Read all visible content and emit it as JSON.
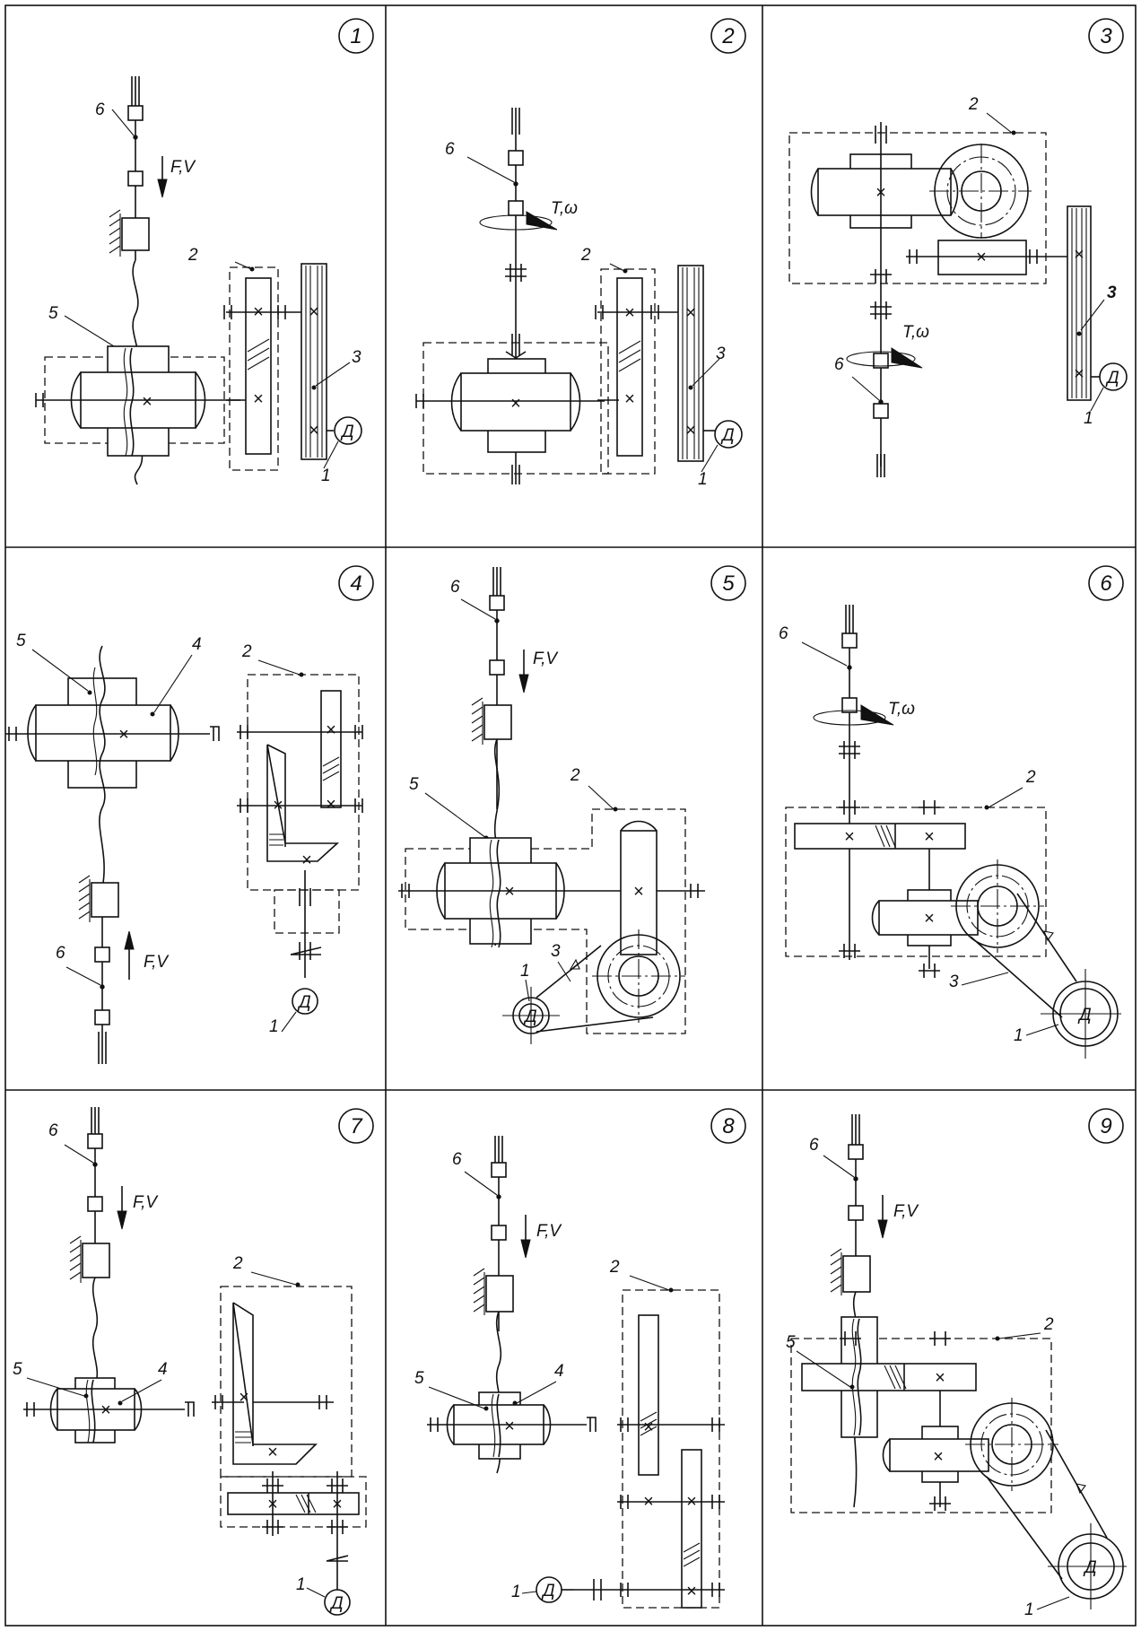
{
  "sheet": {
    "panels": [
      {
        "number": "1",
        "labels": {
          "guide": "6",
          "reducer": "2",
          "belt": "3",
          "nut": "5",
          "motor_ref": "1",
          "load": "F,V",
          "motor": "Д"
        }
      },
      {
        "number": "2",
        "labels": {
          "guide": "6",
          "reducer": "2",
          "belt": "3",
          "motor_ref": "1",
          "load": "T,ω",
          "motor": "Д"
        }
      },
      {
        "number": "3",
        "labels": {
          "guide": "6",
          "reducer": "2",
          "belt": "3",
          "motor_ref": "1",
          "load": "T,ω",
          "motor": "Д"
        }
      },
      {
        "number": "4",
        "labels": {
          "guide": "6",
          "reducer": "2",
          "nut": "5",
          "gear": "4",
          "motor_ref": "1",
          "load": "F,V",
          "motor": "Д"
        }
      },
      {
        "number": "5",
        "labels": {
          "guide": "6",
          "reducer": "2",
          "belt": "3",
          "nut": "5",
          "motor_ref": "1",
          "load": "F,V",
          "motor": "Д"
        }
      },
      {
        "number": "6",
        "labels": {
          "guide": "6",
          "reducer": "2",
          "belt": "3",
          "motor_ref": "1",
          "load": "T,ω",
          "motor": "Д"
        }
      },
      {
        "number": "7",
        "labels": {
          "guide": "6",
          "reducer": "2",
          "nut": "5",
          "gear": "4",
          "motor_ref": "1",
          "load": "F,V",
          "motor": "Д"
        }
      },
      {
        "number": "8",
        "labels": {
          "guide": "6",
          "reducer": "2",
          "nut": "5",
          "gear": "4",
          "motor_ref": "1",
          "load": "F,V",
          "motor": "Д"
        }
      },
      {
        "number": "9",
        "labels": {
          "guide": "6",
          "reducer": "2",
          "nut": "5",
          "motor_ref": "1",
          "load": "F,V",
          "motor": "Д"
        }
      }
    ]
  }
}
